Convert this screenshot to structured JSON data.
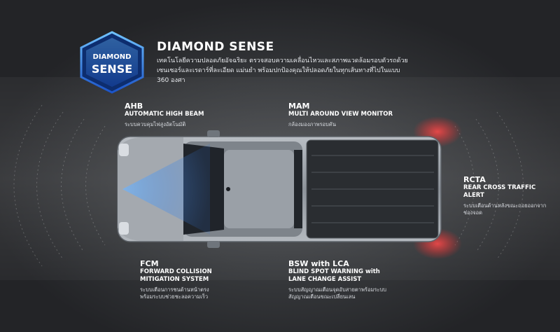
{
  "hero": {
    "badge_line1": "DIAMOND",
    "badge_line2": "SENSE",
    "title": "DIAMOND SENSE",
    "description": "เทคโนโลยีความปลอดภัยอัจฉริยะ ตรวจสอบความเคลื่อนไหวและสภาพแวดล้อมรอบตัวรถด้วยเซนเซอร์และเรดาร์ที่ละเอียด แม่นยำ พร้อมปกป้องคุณให้ปลอดภัยในทุกเส้นทางที่ไปในแบบ 360 องศา"
  },
  "features": [
    {
      "code": "AHB",
      "name": "AUTOMATIC HIGH BEAM",
      "desc": "ระบบควบคุมไฟสูงอัตโนมัติ"
    },
    {
      "code": "MAM",
      "name": "MULTI AROUND VIEW MONITOR",
      "desc": "กล้องมองภาพรอบคัน"
    },
    {
      "code": "RCTA",
      "name": "REAR CROSS TRAFFIC ALERT",
      "desc": "ระบบเตือนด้านหลังขณะถอยออกจากช่องจอด"
    },
    {
      "code": "FCM",
      "name": "FORWARD COLLISION MITIGATION SYSTEM",
      "desc": "ระบบเตือนการชนด้านหน้าตรงพร้อมระบบช่วยชะลอความเร็ว"
    },
    {
      "code": "BSW with LCA",
      "name": "BLIND SPOT WARNING with LANE CHANGE ASSIST",
      "desc": "ระบบสัญญาณเตือนจุดอับสายตาพร้อมระบบสัญญาณเตือนขณะเปลี่ยนเลน"
    }
  ],
  "colors": {
    "badge_blue": "#2f7ff0",
    "sensor_blue": "#4fa3ff",
    "rear_red": "#e23a3a"
  }
}
